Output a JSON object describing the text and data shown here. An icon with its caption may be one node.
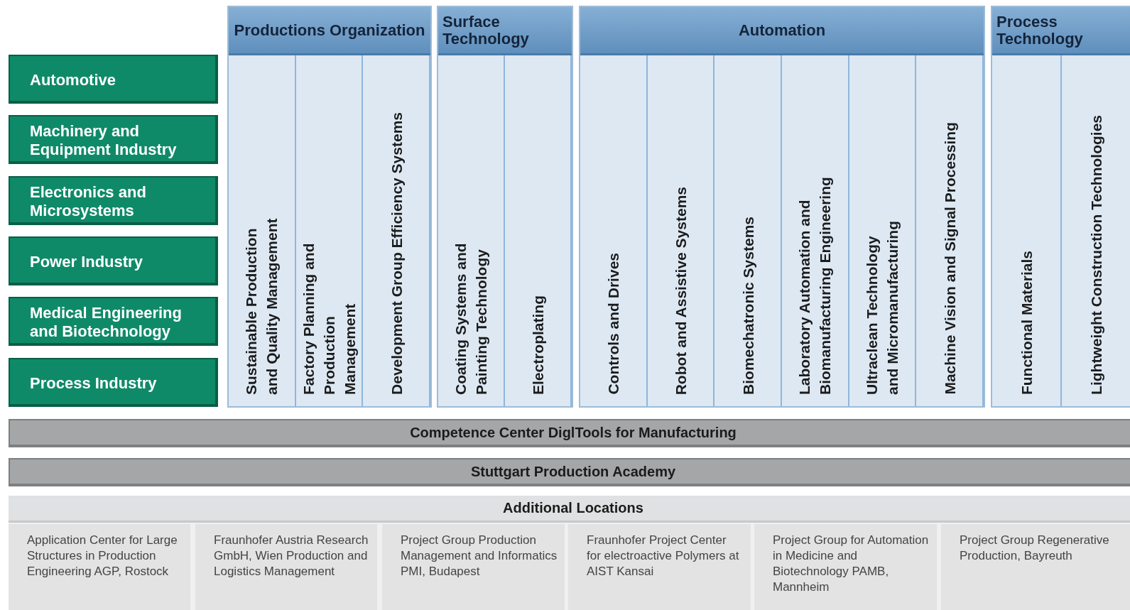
{
  "diagram": {
    "nodes": [
      {
        "text": [
          "Automotive"
        ]
      },
      {
        "text": [
          "Machinery and Equipment Industry"
        ]
      },
      {
        "text": [
          "Electronics and Microsystems"
        ]
      },
      {
        "text": [
          "Power Industry"
        ]
      },
      {
        "text": [
          "Medical Engineering and Biotechnology"
        ]
      },
      {
        "text": [
          "Process Industry"
        ]
      },
      {
        "text": [
          "Productions Organization"
        ]
      },
      {
        "text": [
          "Sustainable Production and Quality Management"
        ],
        "in": 6
      },
      {
        "text": [
          "Factory Planning and Production Management"
        ],
        "in": 6
      },
      {
        "text": [
          "Development Group Efficiency Systems"
        ],
        "in": 6
      },
      {
        "text": [
          "Surface Technology"
        ]
      },
      {
        "text": [
          "Coating Systems and Painting Technology"
        ],
        "in": 10
      },
      {
        "text": [
          "Electroplating"
        ],
        "in": 10
      },
      {
        "text": [
          "Automation"
        ]
      },
      {
        "text": [
          "Controls and Drives"
        ],
        "in": 13
      },
      {
        "text": [
          "Robot and Assistive Systems"
        ],
        "in": 13
      },
      {
        "text": [
          "Biomechatronic Systems"
        ],
        "in": 13
      },
      {
        "text": [
          "Laboratory Automation and Biomanufacturing Engineering"
        ],
        "in": 13
      },
      {
        "text": [
          "Ultraclean Technology and Micromanufacturing"
        ],
        "in": 13
      },
      {
        "text": [
          "Machine Vision and Signal Processing"
        ],
        "in": 13
      },
      {
        "text": [
          "Process Technology"
        ]
      },
      {
        "text": [
          "Functional Materials"
        ],
        "in": 20
      },
      {
        "text": [
          "Lightweight Construction Technologies"
        ],
        "in": 20
      },
      {
        "text": [
          "Competence Center DiglTools for Manufacturing"
        ]
      },
      {
        "text": [
          "Stuttgart Production Academy"
        ]
      },
      {
        "text": [
          "Additional Locations"
        ]
      },
      {
        "text": [
          "Application Center for Large Structures in Production Engineering AGP, Rostock"
        ],
        "in": 25
      },
      {
        "text": [
          "Fraunhofer Austria Research GmbH, Wien Production and Logistics Management"
        ],
        "in": 25
      },
      {
        "text": [
          "Project Group Production Management and Informatics PMI, Budapest"
        ],
        "in": 25
      },
      {
        "text": [
          "Fraunhofer Project Center for electroactive Polymers at AIST Kansai"
        ],
        "in": 25
      },
      {
        "text": [
          "Project Group for Automation in Medicine and Biotechnology PAMB, Mannheim"
        ],
        "in": 25
      },
      {
        "text": [
          "Project Group Regenerative Production, Bayreuth"
        ],
        "in": 25
      }
    ],
    "edges": []
  }
}
